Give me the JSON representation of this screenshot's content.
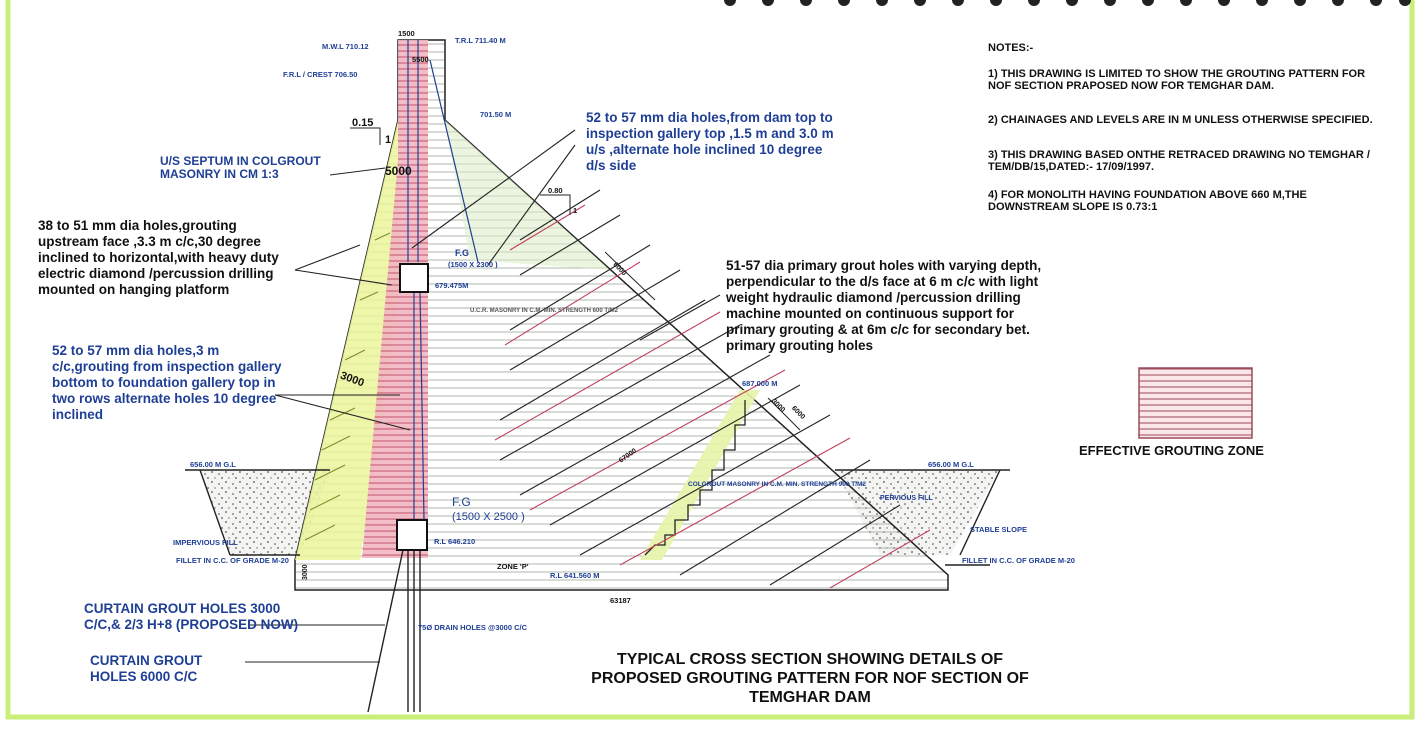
{
  "notes": {
    "heading": "NOTES:-",
    "items": [
      "1) THIS DRAWING IS LIMITED TO SHOW THE GROUTING PATTERN FOR NOF SECTION PRAPOSED NOW FOR TEMGHAR DAM.",
      "2) CHAINAGES AND LEVELS ARE IN M UNLESS OTHERWISE SPECIFIED.",
      "3) THIS DRAWING BASED ONTHE RETRACED DRAWING NO TEMGHAR / TEM/DB/15,DATED:- 17/09/1997.",
      "4) FOR MONOLITH HAVING FOUNDATION ABOVE 660 M,THE DOWNSTREAM SLOPE IS 0.73:1"
    ]
  },
  "callouts": {
    "holes_dam_top": "52 to 57 mm dia holes,from dam top to inspection gallery top ,1.5 m and 3.0 m u/s ,alternate hole inclined 10 degree d/s side",
    "septum": "U/S SEPTUM IN COLGROUT MASONRY IN CM 1:3",
    "upstream_face": "38 to 51 mm dia holes,grouting upstream face ,3.3 m c/c,30 degree inclined to horizontal,with heavy duty electric diamond /percussion drilling mounted on hanging platform",
    "inspection_gallery": "52 to 57 mm dia holes,3 m c/c,grouting from inspection gallery bottom to foundation gallery top in two rows alternate holes 10 degree inclined",
    "primary_holes": "51-57 dia primary grout holes with varying depth, perpendicular to the d/s face at 6 m c/c with light weight hydraulic diamond /percussion drilling machine mounted on continuous support for primary grouting & at 6m c/c for secondary bet. primary grouting holes",
    "curtain_3000": "CURTAIN GROUT HOLES 3000 C/C,& 2/3 H+8 (PROPOSED NOW)",
    "curtain_6000": "CURTAIN GROUT HOLES 6000 C/C"
  },
  "legend": {
    "label": "EFFECTIVE GROUTING ZONE",
    "hatch_color": "#c0405e"
  },
  "title_lines": [
    "TYPICAL CROSS SECTION SHOWING DETAILS OF",
    "PROPOSED GROUTING PATTERN FOR NOF SECTION OF",
    "TEMGHAR DAM"
  ],
  "labels": {
    "mwl": "M.W.L 710.12",
    "trl": "T.R.L 711.40 M",
    "top_width": "1500",
    "frl": "F.R.L / CREST 706.50",
    "top_inner": "5500",
    "lvl_701": "701.50 M",
    "slope_us": "0.15",
    "slope_one": "1",
    "slope_ds": "0.80",
    "slope_ds_one": "1",
    "dim_5000": "5000",
    "fg_top": "F.G",
    "fg_top_size": "(1500 X 2300 )",
    "lvl_679": "679.475M",
    "ucr": "U.C.R. MASONRY IN C.M. MIN. STRENGTH 600 T/M2",
    "dim_6000": "6000",
    "dim_3000": "3000",
    "lvl_687": "687.000 M",
    "dim_3000b": "3000",
    "dim_6000b": "6000",
    "dim_67": "67000",
    "gl_left": "656.00 M  G.L",
    "gl_right": "656.00 M  G.L",
    "colgrout": "COLGROUT MASONRY IN C.M. MIN. STRENGTH 900 T/M2",
    "pervious": "PERVIOUS FILL",
    "fg_bottom": "F.G",
    "fg_bottom_size": "(1500 X 2500 )",
    "impervious": "IMPERVIOUS FILL",
    "fillet_left": "FILLET IN C.C. OF GRADE M-20",
    "lvl_646": "R.L 646.210",
    "stable": "STABLE SLOPE",
    "fillet_right": "FILLET IN C.C. OF GRADE M-20",
    "zone": "ZONE 'P'",
    "lvl_641": "R.L 641.560 M",
    "dim_3000v": "3000",
    "dim_63187": "63187",
    "drain": "75Ø DRAIN HOLES @3000 C/C"
  }
}
